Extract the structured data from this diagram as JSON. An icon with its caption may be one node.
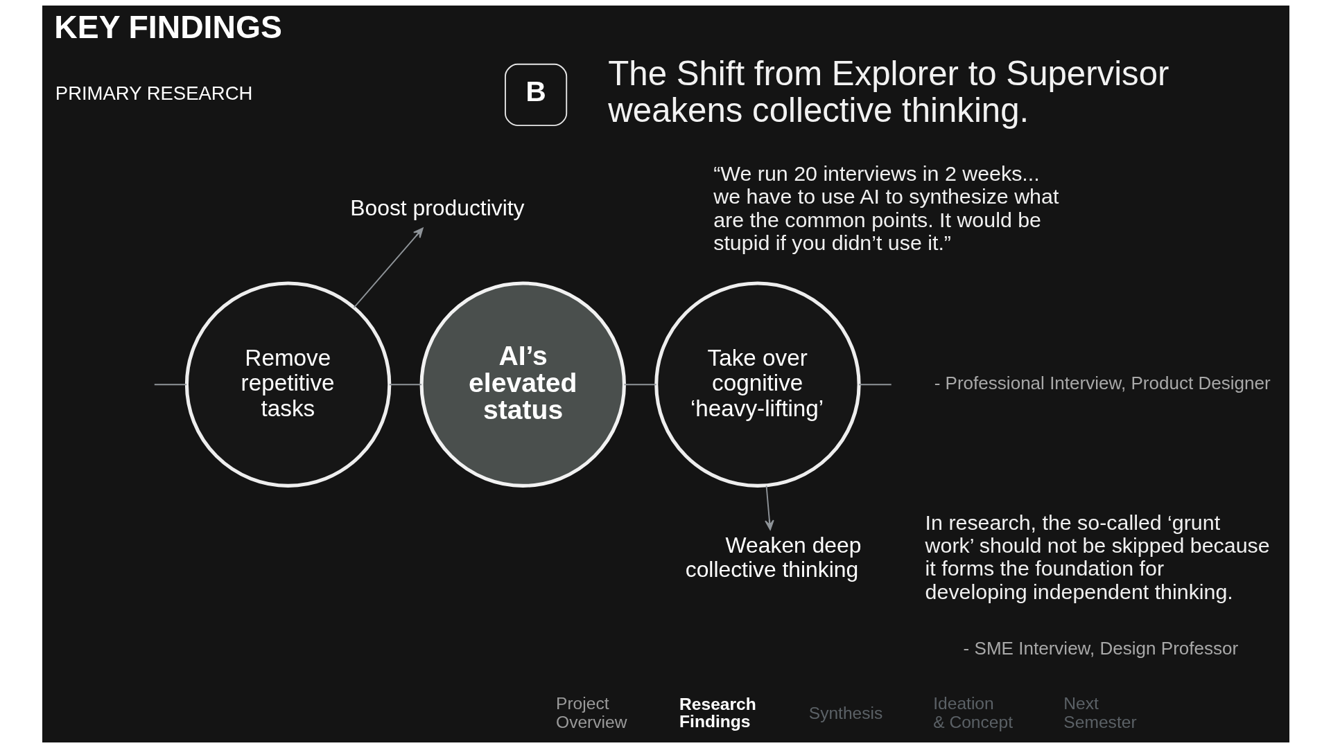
{
  "diagram": {
    "title": "KEY FINDINGS",
    "nodes": [
      {
        "text": [
          "B"
        ],
        "beside": [
          "The Shift from Explorer to Supervisor weakens collective thinking."
        ]
      },
      {
        "text": [
          "Boost productivity"
        ]
      },
      {
        "text": [
          "Remove repetitive tasks"
        ]
      },
      {
        "text": [
          "AI’s elevated status"
        ]
      },
      {
        "text": [
          "Take over cognitive ‘heavy-lifting’"
        ]
      },
      {
        "text": [
          "Weaken deep collective thinking"
        ]
      }
    ],
    "edges": [
      {
        "from": 2,
        "to": 1,
        "arrow": "to"
      },
      {
        "from": null,
        "to": 2,
        "arrow": "none"
      },
      {
        "from": 2,
        "to": 3,
        "arrow": "none"
      },
      {
        "from": 3,
        "to": 4,
        "arrow": "none"
      },
      {
        "from": 4,
        "to": null,
        "arrow": "none"
      },
      {
        "from": 4,
        "to": 5,
        "arrow": "to"
      }
    ],
    "labels": [
      "PRIMARY RESEARCH",
      "“We run 20 interviews in 2 weeks... we have to use AI to synthesize what are the common points. It would be stupid if you didn’t use it.”",
      "- Professional Interview, Product Designer",
      "In research, the so-called ‘grunt work’ should not be skipped because it forms the foundation for developing independent thinking.",
      "- SME Interview, Design Professor",
      "Project Overview",
      "Research Findings",
      "Synthesis",
      "Ideation & Concept",
      "Next Semester"
    ]
  }
}
